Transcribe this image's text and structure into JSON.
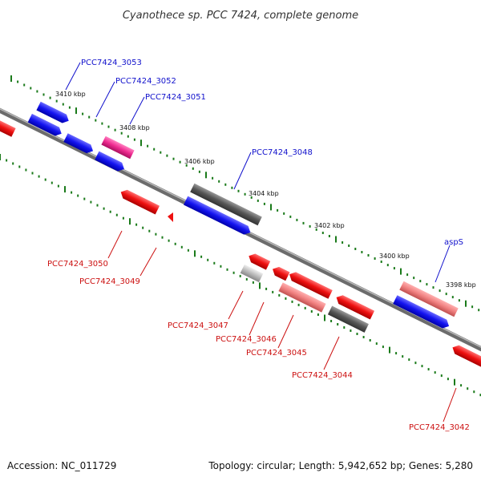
{
  "title": "Cyanothece sp. PCC 7424, complete genome",
  "footer": {
    "accession": "Accession: NC_011729",
    "topology": "Topology: circular; Length: 5,942,652 bp; Genes: 5,280"
  },
  "colors": {
    "forward_gene": "#1010ee",
    "reverse_gene": "#ee1010",
    "hypothetical_gene": "#555555",
    "trna_gene": "#ee2a90",
    "tick": "#1a7a1a",
    "backbone": "#777777",
    "forward_label": "#1010cc",
    "reverse_label": "#cc1010"
  },
  "ticks": [
    "3410 kbp",
    "3408 kbp",
    "3406 kbp",
    "3404 kbp",
    "3402 kbp",
    "3400 kbp",
    "3398 kbp"
  ],
  "genes": [
    {
      "name": "PCC7424_3053",
      "strand": "forward",
      "color": "blue"
    },
    {
      "name": "PCC7424_3052",
      "strand": "forward",
      "color": "blue"
    },
    {
      "name": "PCC7424_3051",
      "strand": "forward",
      "color": "magenta"
    },
    {
      "name": "PCC7424_3048",
      "strand": "forward",
      "color": "blue"
    },
    {
      "name": "aspS",
      "strand": "forward",
      "color": "blue"
    },
    {
      "name": "PCC7424_3050",
      "strand": "reverse",
      "color": "red"
    },
    {
      "name": "PCC7424_3049",
      "strand": "reverse",
      "color": "red"
    },
    {
      "name": "PCC7424_3047",
      "strand": "reverse",
      "color": "light-gray"
    },
    {
      "name": "PCC7424_3046",
      "strand": "reverse",
      "color": "red"
    },
    {
      "name": "PCC7424_3045",
      "strand": "reverse",
      "color": "light-red"
    },
    {
      "name": "PCC7424_3044",
      "strand": "reverse",
      "color": "red"
    },
    {
      "name": "PCC7424_3042",
      "strand": "reverse",
      "color": "red"
    }
  ]
}
